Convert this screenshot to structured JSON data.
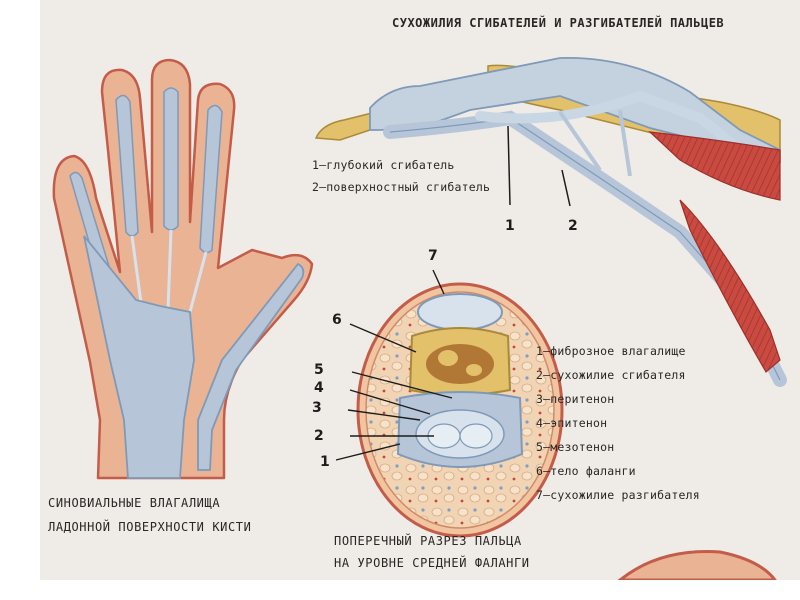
{
  "title": "СУХОЖИЛИЯ СГИБАТЕЛЕЙ И РАЗГИБАТЕЛЕЙ ПАЛЬЦЕВ",
  "finger_legend": [
    "1—глубокий сгибатель",
    "2—поверхностный сгибатель"
  ],
  "finger_numbers": [
    "1",
    "2"
  ],
  "hand_caption": [
    "СИНОВИАЛЬНЫЕ ВЛАГАЛИЩА",
    "ЛАДОННОЙ ПОВЕРХНОСТИ КИСТИ"
  ],
  "section_caption": [
    "ПОПЕРЕЧНЫЙ РАЗРЕЗ ПАЛЬЦА",
    "НА УРОВНЕ СРЕДНЕЙ ФАЛАНГИ"
  ],
  "section_numbers": [
    "7",
    "6",
    "5",
    "4",
    "3",
    "2",
    "1"
  ],
  "section_legend": [
    "1—фиброзное влагалище",
    "2—сухожилие сгибателя",
    "3—перитенон",
    "4—эпитенон",
    "5—мезотенон",
    "6—тело фаланги",
    "7—сухожилие разгибателя"
  ],
  "colors": {
    "background": "#efece7",
    "skin": "#e9b394",
    "skin_outline": "#c45c4a",
    "sheath": "#b6c6d8",
    "tendon": "#c9d7e4",
    "bone": "#e3c06a",
    "muscle": "#c44a40"
  }
}
